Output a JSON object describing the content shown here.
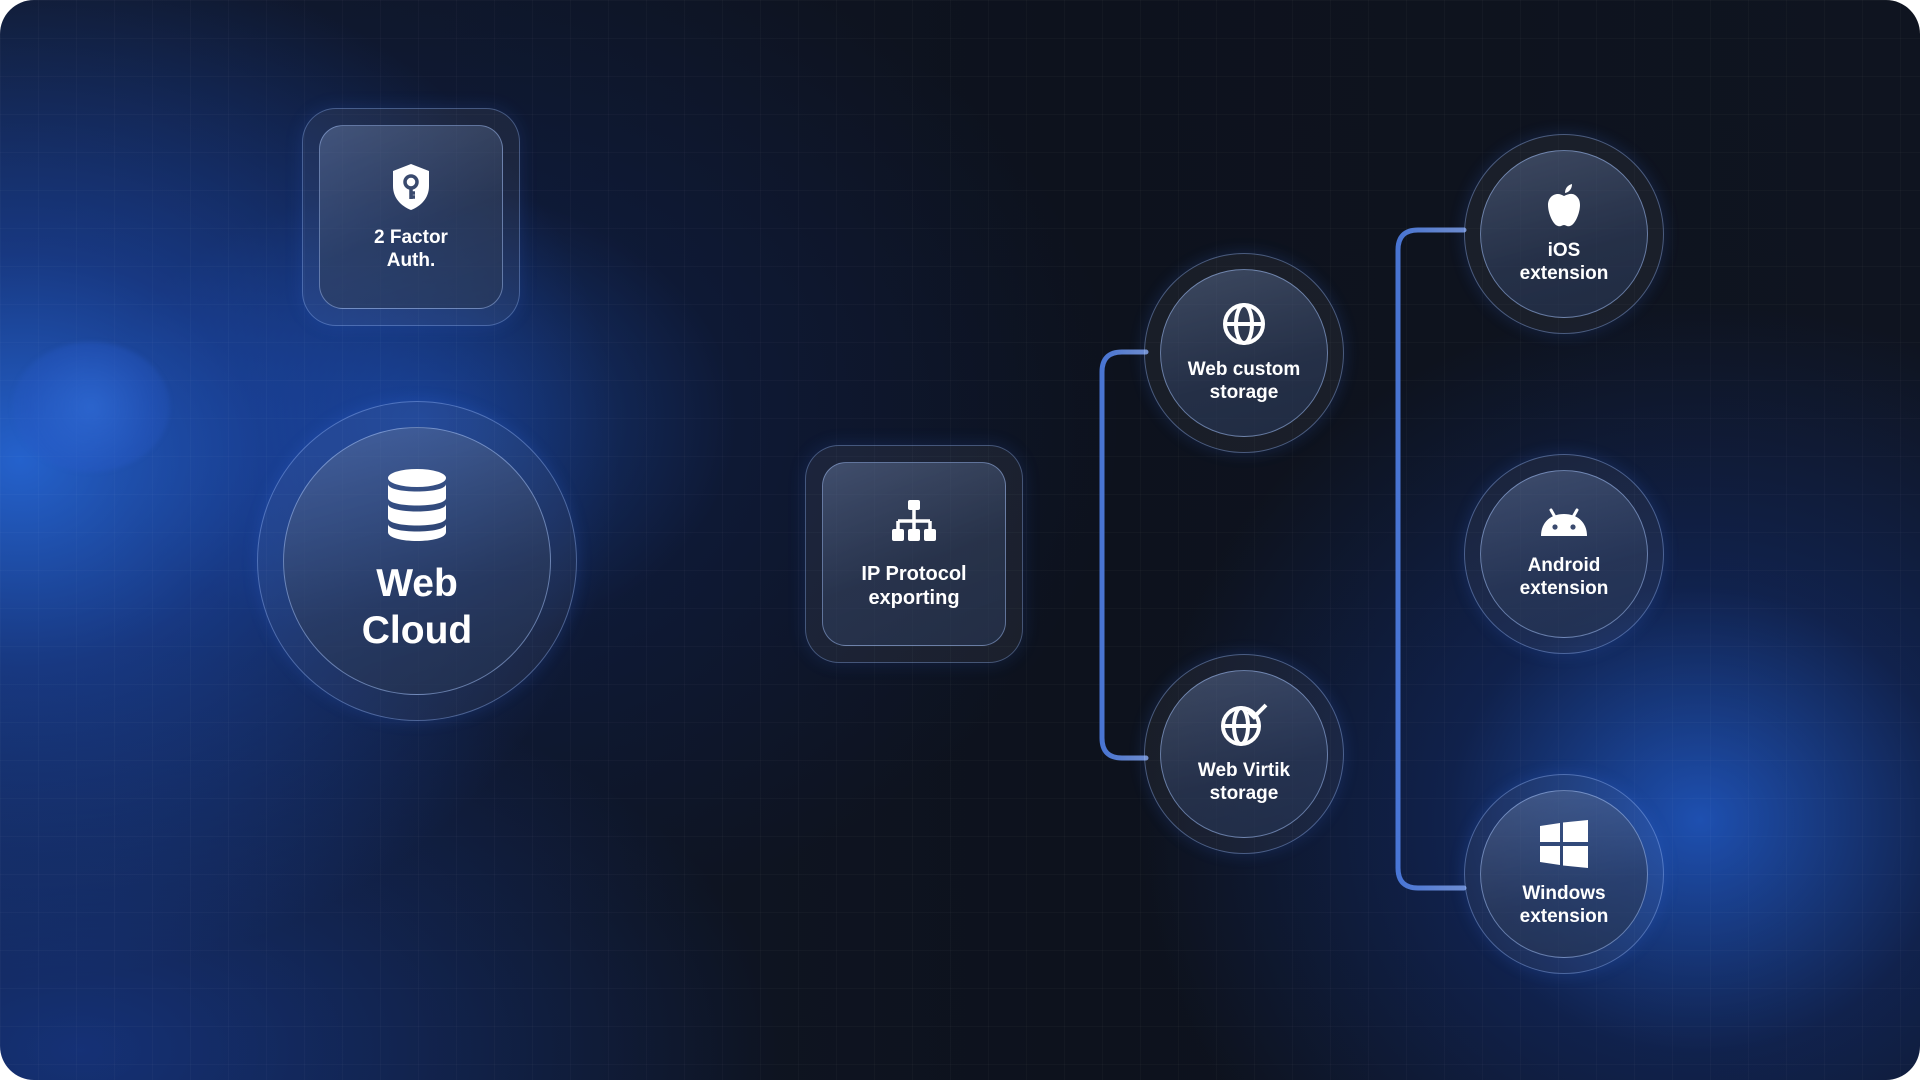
{
  "nodes": {
    "two_factor": {
      "line1": "2 Factor",
      "line2": "Auth.",
      "icon": "shield-key-icon"
    },
    "web_cloud": {
      "line1": "Web",
      "line2": "Cloud",
      "icon": "database-icon"
    },
    "ip_protocol": {
      "line1": "IP Protocol",
      "line2": "exporting",
      "icon": "network-icon"
    },
    "web_custom": {
      "line1": "Web custom",
      "line2": "storage",
      "icon": "globe-icon"
    },
    "web_virtik": {
      "line1": "Web Virtik",
      "line2": "storage",
      "icon": "globe-check-icon"
    },
    "ios": {
      "line1": "iOS",
      "line2": "extension",
      "icon": "apple-icon"
    },
    "android": {
      "line1": "Android",
      "line2": "extension",
      "icon": "android-icon"
    },
    "windows": {
      "line1": "Windows",
      "line2": "extension",
      "icon": "windows-icon"
    }
  },
  "colors": {
    "accent": "#2f6fe0",
    "wire": "#6f8fd6",
    "background": "#0d121d",
    "text": "#ffffff"
  }
}
